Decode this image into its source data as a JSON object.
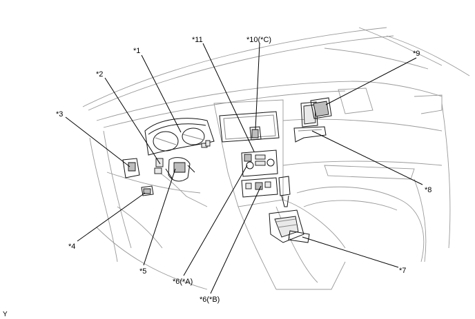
{
  "diagram": {
    "callouts": [
      {
        "id": "c1",
        "label": "*1"
      },
      {
        "id": "c2",
        "label": "*2"
      },
      {
        "id": "c3",
        "label": "*3"
      },
      {
        "id": "c4",
        "label": "*4"
      },
      {
        "id": "c5",
        "label": "*5"
      },
      {
        "id": "c6a",
        "label": "*6(*A)"
      },
      {
        "id": "c6b",
        "label": "*6(*B)"
      },
      {
        "id": "c7",
        "label": "*7"
      },
      {
        "id": "c8",
        "label": "*8"
      },
      {
        "id": "c9",
        "label": "*9"
      },
      {
        "id": "c10",
        "label": "*10(*C)"
      },
      {
        "id": "c11",
        "label": "*11"
      }
    ],
    "corner_mark": "Y"
  }
}
